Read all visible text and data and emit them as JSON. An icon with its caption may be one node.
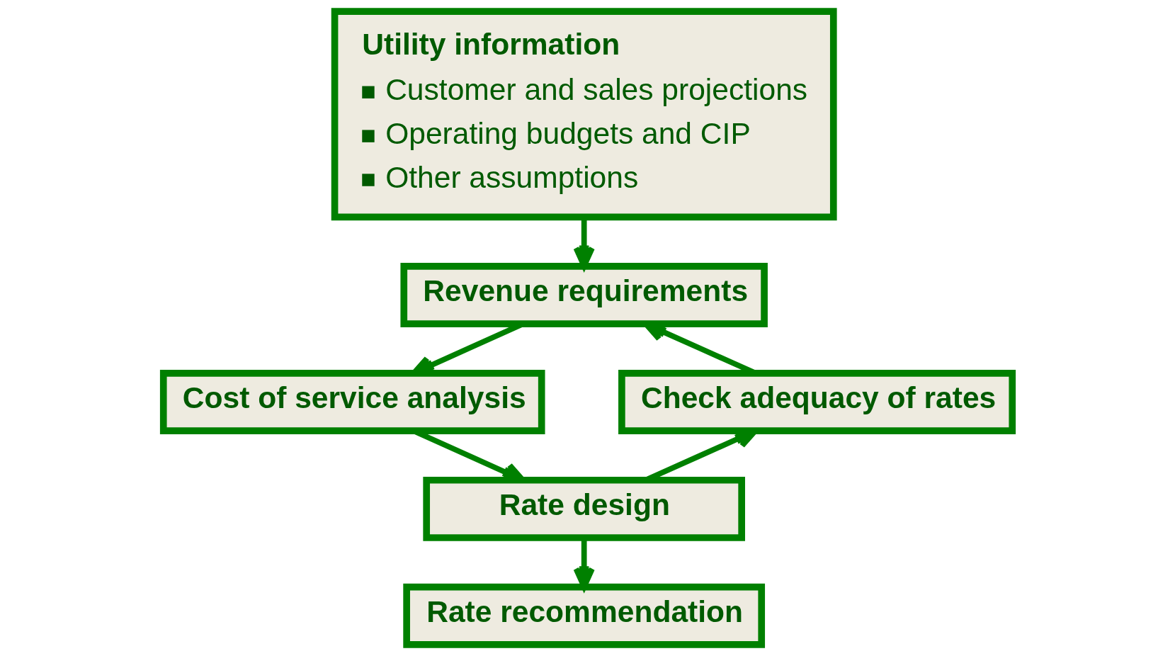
{
  "diagram": {
    "nodes": [
      {
        "text": [
          "Utility information",
          "Customer and sales projections",
          "Operating budgets and CIP",
          "Other assumptions"
        ]
      },
      {
        "text": [
          "Revenue requirements"
        ]
      },
      {
        "text": [
          "Cost of service analysis"
        ]
      },
      {
        "text": [
          "Rate design"
        ]
      },
      {
        "text": [
          "Check adequacy of rates"
        ]
      },
      {
        "text": [
          "Rate recommendation"
        ]
      }
    ],
    "edges": [
      {
        "from": 0,
        "to": 1,
        "arrow": "to"
      },
      {
        "from": 1,
        "to": 2,
        "arrow": "to"
      },
      {
        "from": 2,
        "to": 3,
        "arrow": "to"
      },
      {
        "from": 3,
        "to": 4,
        "arrow": "to"
      },
      {
        "from": 4,
        "to": 1,
        "arrow": "to"
      },
      {
        "from": 3,
        "to": 5,
        "arrow": "to"
      }
    ]
  }
}
